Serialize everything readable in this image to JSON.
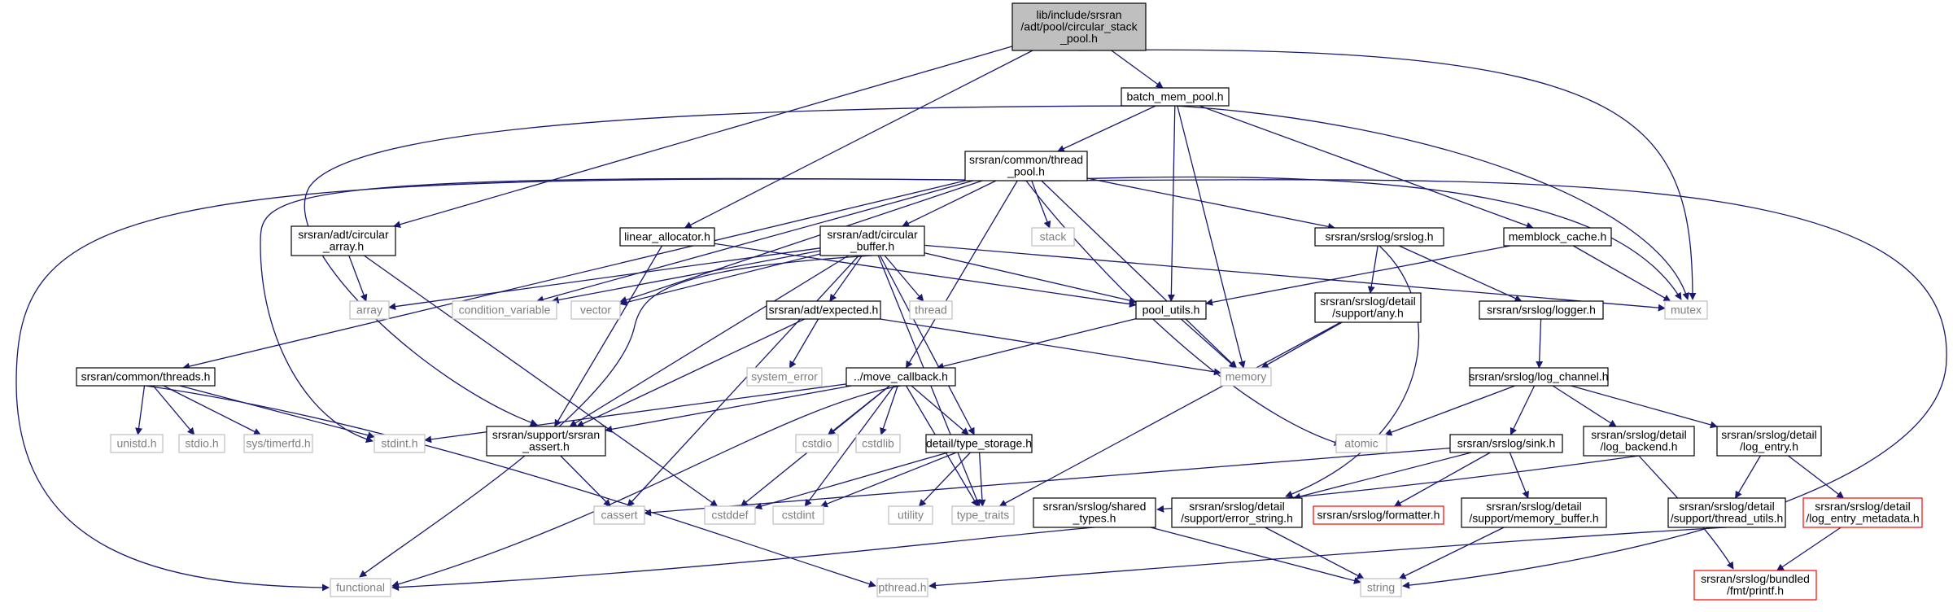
{
  "graph": {
    "root": "n_root",
    "colors": {
      "edge": "#191970",
      "root_fill": "#bfbfbf",
      "local_border": "#000000",
      "external_border": "#bfbfbf",
      "external_text": "#7f7f7f",
      "truncated_border": "#ff0000"
    },
    "nodes": [
      {
        "id": "n_root",
        "kind": "root",
        "lines": [
          "lib/include/srsran",
          "/adt/pool/circular_stack",
          "_pool.h"
        ]
      },
      {
        "id": "n_batch",
        "kind": "local",
        "lines": [
          "batch_mem_pool.h"
        ]
      },
      {
        "id": "n_tpool",
        "kind": "local",
        "lines": [
          "srsran/common/thread",
          "_pool.h"
        ]
      },
      {
        "id": "n_circarr",
        "kind": "local",
        "lines": [
          "srsran/adt/circular",
          "_array.h"
        ]
      },
      {
        "id": "n_linalloc",
        "kind": "local",
        "lines": [
          "linear_allocator.h"
        ]
      },
      {
        "id": "n_circbuf",
        "kind": "local",
        "lines": [
          "srsran/adt/circular",
          "_buffer.h"
        ]
      },
      {
        "id": "n_stack",
        "kind": "external",
        "lines": [
          "stack"
        ]
      },
      {
        "id": "n_srslog",
        "kind": "local",
        "lines": [
          "srsran/srslog/srslog.h"
        ]
      },
      {
        "id": "n_memblock",
        "kind": "local",
        "lines": [
          "memblock_cache.h"
        ]
      },
      {
        "id": "n_mutex",
        "kind": "external",
        "lines": [
          "mutex"
        ]
      },
      {
        "id": "n_array",
        "kind": "external",
        "lines": [
          "array"
        ]
      },
      {
        "id": "n_condvar",
        "kind": "external",
        "lines": [
          "condition_variable"
        ]
      },
      {
        "id": "n_vector",
        "kind": "external",
        "lines": [
          "vector"
        ]
      },
      {
        "id": "n_thread",
        "kind": "external",
        "lines": [
          "thread"
        ]
      },
      {
        "id": "n_poolutils",
        "kind": "local",
        "lines": [
          "pool_utils.h"
        ]
      },
      {
        "id": "n_any",
        "kind": "local",
        "lines": [
          "srsran/srslog/detail",
          "/support/any.h"
        ]
      },
      {
        "id": "n_logger",
        "kind": "local",
        "lines": [
          "srsran/srslog/logger.h"
        ]
      },
      {
        "id": "n_expected",
        "kind": "local",
        "lines": [
          "srsran/adt/expected.h"
        ]
      },
      {
        "id": "n_syserr",
        "kind": "external",
        "lines": [
          "system_error"
        ]
      },
      {
        "id": "n_memory",
        "kind": "external",
        "lines": [
          "memory"
        ]
      },
      {
        "id": "n_threads",
        "kind": "local",
        "lines": [
          "srsran/common/threads.h"
        ]
      },
      {
        "id": "n_movecb",
        "kind": "local",
        "lines": [
          "../move_callback.h"
        ]
      },
      {
        "id": "n_logchan",
        "kind": "local",
        "lines": [
          "srsran/srslog/log_channel.h"
        ]
      },
      {
        "id": "n_unistd",
        "kind": "external",
        "lines": [
          "unistd.h"
        ]
      },
      {
        "id": "n_stdio",
        "kind": "external",
        "lines": [
          "stdio.h"
        ]
      },
      {
        "id": "n_timerfd",
        "kind": "external",
        "lines": [
          "sys/timerfd.h"
        ]
      },
      {
        "id": "n_stdint",
        "kind": "external",
        "lines": [
          "stdint.h"
        ]
      },
      {
        "id": "n_assert",
        "kind": "local",
        "lines": [
          "srsran/support/srsran",
          "_assert.h"
        ]
      },
      {
        "id": "n_cstdio",
        "kind": "external",
        "lines": [
          "cstdio"
        ]
      },
      {
        "id": "n_cstdlib",
        "kind": "external",
        "lines": [
          "cstdlib"
        ]
      },
      {
        "id": "n_typestor",
        "kind": "local",
        "lines": [
          "detail/type_storage.h"
        ]
      },
      {
        "id": "n_atomic",
        "kind": "external",
        "lines": [
          "atomic"
        ]
      },
      {
        "id": "n_sink",
        "kind": "local",
        "lines": [
          "srsran/srslog/sink.h"
        ]
      },
      {
        "id": "n_logback",
        "kind": "local",
        "lines": [
          "srsran/srslog/detail",
          "/log_backend.h"
        ]
      },
      {
        "id": "n_logentry",
        "kind": "local",
        "lines": [
          "srsran/srslog/detail",
          "/log_entry.h"
        ]
      },
      {
        "id": "n_cassert",
        "kind": "external",
        "lines": [
          "cassert"
        ]
      },
      {
        "id": "n_cstddef",
        "kind": "external",
        "lines": [
          "cstddef"
        ]
      },
      {
        "id": "n_cstdint",
        "kind": "external",
        "lines": [
          "cstdint"
        ]
      },
      {
        "id": "n_utility",
        "kind": "external",
        "lines": [
          "utility"
        ]
      },
      {
        "id": "n_typetraits",
        "kind": "external",
        "lines": [
          "type_traits"
        ]
      },
      {
        "id": "n_shared",
        "kind": "local",
        "lines": [
          "srsran/srslog/shared",
          "_types.h"
        ]
      },
      {
        "id": "n_errstr",
        "kind": "local",
        "lines": [
          "srsran/srslog/detail",
          "/support/error_string.h"
        ]
      },
      {
        "id": "n_formatter",
        "kind": "truncated",
        "lines": [
          "srsran/srslog/formatter.h"
        ]
      },
      {
        "id": "n_membuf",
        "kind": "local",
        "lines": [
          "srsran/srslog/detail",
          "/support/memory_buffer.h"
        ]
      },
      {
        "id": "n_thrutils",
        "kind": "local",
        "lines": [
          "srsran/srslog/detail",
          "/support/thread_utils.h"
        ]
      },
      {
        "id": "n_entrymeta",
        "kind": "truncated",
        "lines": [
          "srsran/srslog/detail",
          "/log_entry_metadata.h"
        ]
      },
      {
        "id": "n_functional",
        "kind": "external",
        "lines": [
          "functional"
        ]
      },
      {
        "id": "n_pthread",
        "kind": "external",
        "lines": [
          "pthread.h"
        ]
      },
      {
        "id": "n_string",
        "kind": "external",
        "lines": [
          "string"
        ]
      },
      {
        "id": "n_printf",
        "kind": "truncated",
        "lines": [
          "srsran/srslog/bundled",
          "/fmt/printf.h"
        ]
      }
    ],
    "edges": [
      [
        "n_root",
        "n_batch"
      ],
      [
        "n_root",
        "n_circarr"
      ],
      [
        "n_root",
        "n_linalloc"
      ],
      [
        "n_root",
        "n_mutex"
      ],
      [
        "n_batch",
        "n_tpool"
      ],
      [
        "n_batch",
        "n_poolutils"
      ],
      [
        "n_batch",
        "n_memblock"
      ],
      [
        "n_batch",
        "n_mutex"
      ],
      [
        "n_batch",
        "n_memory"
      ],
      [
        "n_batch",
        "n_assert"
      ],
      [
        "n_tpool",
        "n_circbuf"
      ],
      [
        "n_tpool",
        "n_stack"
      ],
      [
        "n_tpool",
        "n_srslog"
      ],
      [
        "n_tpool",
        "n_threads"
      ],
      [
        "n_tpool",
        "n_movecb"
      ],
      [
        "n_tpool",
        "n_condvar"
      ],
      [
        "n_tpool",
        "n_vector"
      ],
      [
        "n_tpool",
        "n_mutex"
      ],
      [
        "n_tpool",
        "n_memory"
      ],
      [
        "n_tpool",
        "n_atomic"
      ],
      [
        "n_tpool",
        "n_stdint"
      ],
      [
        "n_tpool",
        "n_functional"
      ],
      [
        "n_tpool",
        "n_string"
      ],
      [
        "n_circarr",
        "n_array"
      ],
      [
        "n_circarr",
        "n_cstddef"
      ],
      [
        "n_linalloc",
        "n_poolutils"
      ],
      [
        "n_linalloc",
        "n_assert"
      ],
      [
        "n_circbuf",
        "n_array"
      ],
      [
        "n_circbuf",
        "n_condvar"
      ],
      [
        "n_circbuf",
        "n_vector"
      ],
      [
        "n_circbuf",
        "n_thread"
      ],
      [
        "n_circbuf",
        "n_poolutils"
      ],
      [
        "n_circbuf",
        "n_expected"
      ],
      [
        "n_circbuf",
        "n_typestor"
      ],
      [
        "n_circbuf",
        "n_assert"
      ],
      [
        "n_circbuf",
        "n_cassert"
      ],
      [
        "n_circbuf",
        "n_typetraits"
      ],
      [
        "n_circbuf",
        "n_functional"
      ],
      [
        "n_circbuf",
        "n_mutex"
      ],
      [
        "n_srslog",
        "n_any"
      ],
      [
        "n_srslog",
        "n_logger"
      ],
      [
        "n_srslog",
        "n_errstr"
      ],
      [
        "n_memblock",
        "n_poolutils"
      ],
      [
        "n_memblock",
        "n_mutex"
      ],
      [
        "n_poolutils",
        "n_movecb"
      ],
      [
        "n_poolutils",
        "n_memory"
      ],
      [
        "n_any",
        "n_memory"
      ],
      [
        "n_any",
        "n_typetraits"
      ],
      [
        "n_logger",
        "n_logchan"
      ],
      [
        "n_expected",
        "n_syserr"
      ],
      [
        "n_expected",
        "n_memory"
      ],
      [
        "n_expected",
        "n_assert"
      ],
      [
        "n_threads",
        "n_unistd"
      ],
      [
        "n_threads",
        "n_stdio"
      ],
      [
        "n_threads",
        "n_timerfd"
      ],
      [
        "n_threads",
        "n_stdint"
      ],
      [
        "n_threads",
        "n_pthread"
      ],
      [
        "n_movecb",
        "n_stdint"
      ],
      [
        "n_movecb",
        "n_assert"
      ],
      [
        "n_movecb",
        "n_cstdio"
      ],
      [
        "n_movecb",
        "n_cstdlib"
      ],
      [
        "n_movecb",
        "n_typestor"
      ],
      [
        "n_movecb",
        "n_cstddef"
      ],
      [
        "n_movecb",
        "n_cstdint"
      ],
      [
        "n_movecb",
        "n_typetraits"
      ],
      [
        "n_movecb",
        "n_functional"
      ],
      [
        "n_logchan",
        "n_atomic"
      ],
      [
        "n_logchan",
        "n_sink"
      ],
      [
        "n_logchan",
        "n_logback"
      ],
      [
        "n_logchan",
        "n_logentry"
      ],
      [
        "n_assert",
        "n_cassert"
      ],
      [
        "n_typestor",
        "n_cstddef"
      ],
      [
        "n_typestor",
        "n_cstdint"
      ],
      [
        "n_typestor",
        "n_utility"
      ],
      [
        "n_typestor",
        "n_typetraits"
      ],
      [
        "n_sink",
        "n_cassert"
      ],
      [
        "n_sink",
        "n_errstr"
      ],
      [
        "n_sink",
        "n_formatter"
      ],
      [
        "n_sink",
        "n_membuf"
      ],
      [
        "n_logback",
        "n_shared"
      ],
      [
        "n_logback",
        "n_printf"
      ],
      [
        "n_logentry",
        "n_thrutils"
      ],
      [
        "n_logentry",
        "n_entrymeta"
      ],
      [
        "n_shared",
        "n_functional"
      ],
      [
        "n_shared",
        "n_string"
      ],
      [
        "n_errstr",
        "n_string"
      ],
      [
        "n_membuf",
        "n_string"
      ],
      [
        "n_thrutils",
        "n_pthread"
      ],
      [
        "n_entrymeta",
        "n_printf"
      ]
    ]
  }
}
